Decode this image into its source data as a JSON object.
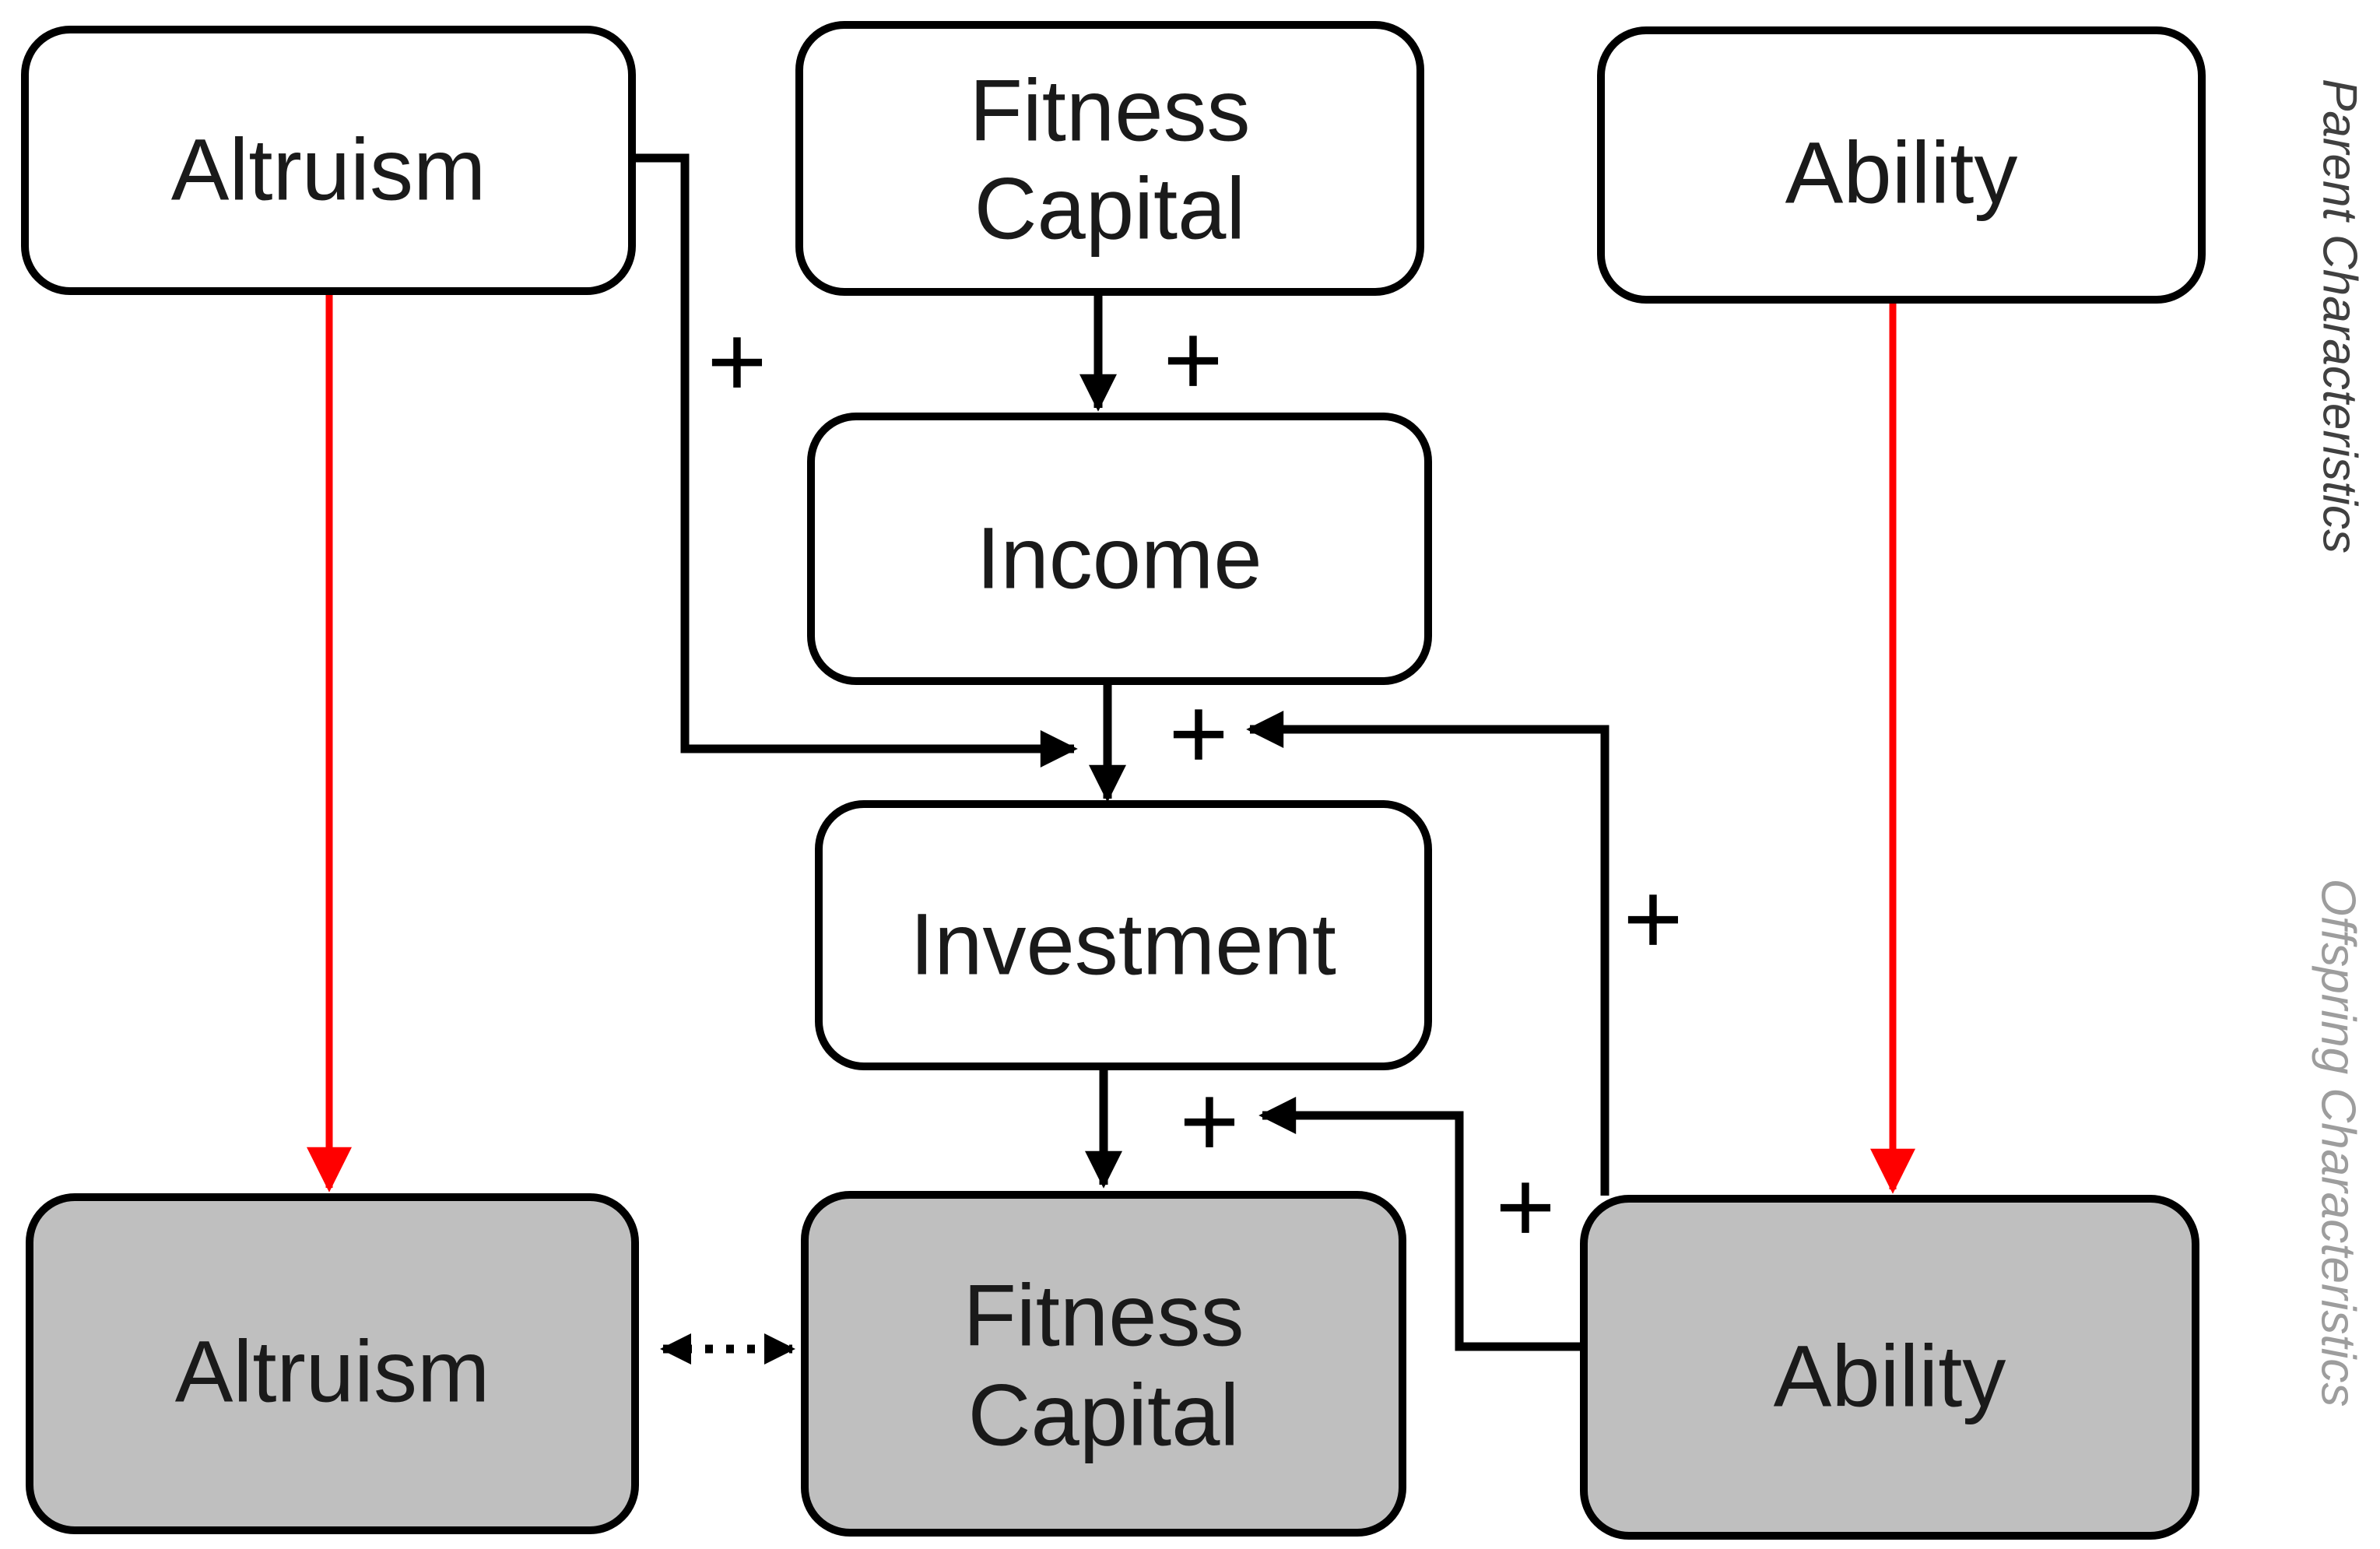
{
  "diagram": {
    "row_labels": {
      "parent": "Parent Characteristics",
      "offspring": "Offspring Characteristics"
    },
    "nodes": {
      "parent_altruism": {
        "label": "Altruism",
        "row": "parent",
        "fill": "white"
      },
      "parent_fitness_capital": {
        "line1": "Fitness",
        "line2": "Capital",
        "row": "parent",
        "fill": "white"
      },
      "parent_ability": {
        "label": "Ability",
        "row": "parent",
        "fill": "white"
      },
      "income": {
        "label": "Income",
        "fill": "white"
      },
      "investment": {
        "label": "Investment",
        "fill": "white"
      },
      "offspring_altruism": {
        "label": "Altruism",
        "row": "offspring",
        "fill": "gray"
      },
      "offspring_fitness_capital": {
        "line1": "Fitness",
        "line2": "Capital",
        "row": "offspring",
        "fill": "gray"
      },
      "offspring_ability": {
        "label": "Ability",
        "row": "offspring",
        "fill": "gray"
      }
    },
    "plus_sign": "+",
    "edges": [
      {
        "from": "parent_fitness_capital",
        "to": "income",
        "color": "black",
        "style": "solid",
        "sign": "+"
      },
      {
        "from": "income",
        "to": "investment",
        "color": "black",
        "style": "solid",
        "sign": "+"
      },
      {
        "from": "parent_altruism",
        "to": "investment",
        "color": "black",
        "style": "solid",
        "sign": "+"
      },
      {
        "from": "offspring_ability",
        "to": "investment",
        "color": "black",
        "style": "solid",
        "sign": "+"
      },
      {
        "from": "investment",
        "to": "offspring_fitness_capital",
        "color": "black",
        "style": "solid",
        "sign": "+"
      },
      {
        "from": "offspring_ability",
        "to": "offspring_fitness_capital",
        "color": "black",
        "style": "solid",
        "sign": "+"
      },
      {
        "from": "parent_altruism",
        "to": "offspring_altruism",
        "color": "red",
        "style": "solid",
        "sign": ""
      },
      {
        "from": "parent_ability",
        "to": "offspring_ability",
        "color": "red",
        "style": "solid",
        "sign": ""
      },
      {
        "from": "offspring_altruism",
        "to": "offspring_fitness_capital",
        "color": "black",
        "style": "dotted",
        "bidirectional": true,
        "sign": ""
      }
    ],
    "colors": {
      "node_fill_parent": "#FFFFFF",
      "node_fill_offspring": "#BFBFBF",
      "node_border": "#000000",
      "node_label": "#1A1A1A",
      "edge_black": "#000000",
      "edge_red": "#FF0000",
      "row_label_parent": "#404040",
      "row_label_offspring": "#9D9D9D"
    }
  }
}
